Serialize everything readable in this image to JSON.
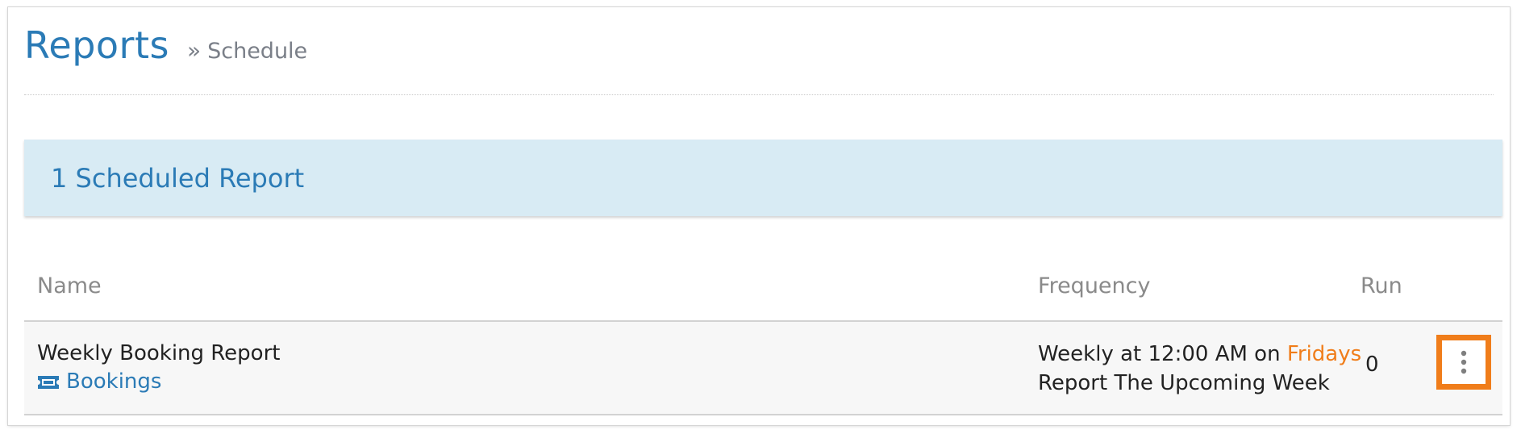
{
  "header": {
    "title": "Reports",
    "breadcrumb_separator": "»",
    "breadcrumb_current": "Schedule"
  },
  "banner": {
    "text": "1 Scheduled Report"
  },
  "table": {
    "columns": {
      "name": "Name",
      "frequency": "Frequency",
      "run": "Run"
    },
    "rows": [
      {
        "name": "Weekly Booking Report",
        "category": "Bookings",
        "category_icon": "ticket-icon",
        "frequency_prefix": "Weekly at 12:00 AM on",
        "frequency_day": "Fridays",
        "frequency_detail": "Report The Upcoming Week",
        "run": "0",
        "menu_icon": "kebab-menu-icon"
      }
    ]
  },
  "colors": {
    "accent_blue": "#2b7bb6",
    "highlight_orange": "#f07d1a",
    "banner_bg": "#d8ebf4"
  }
}
